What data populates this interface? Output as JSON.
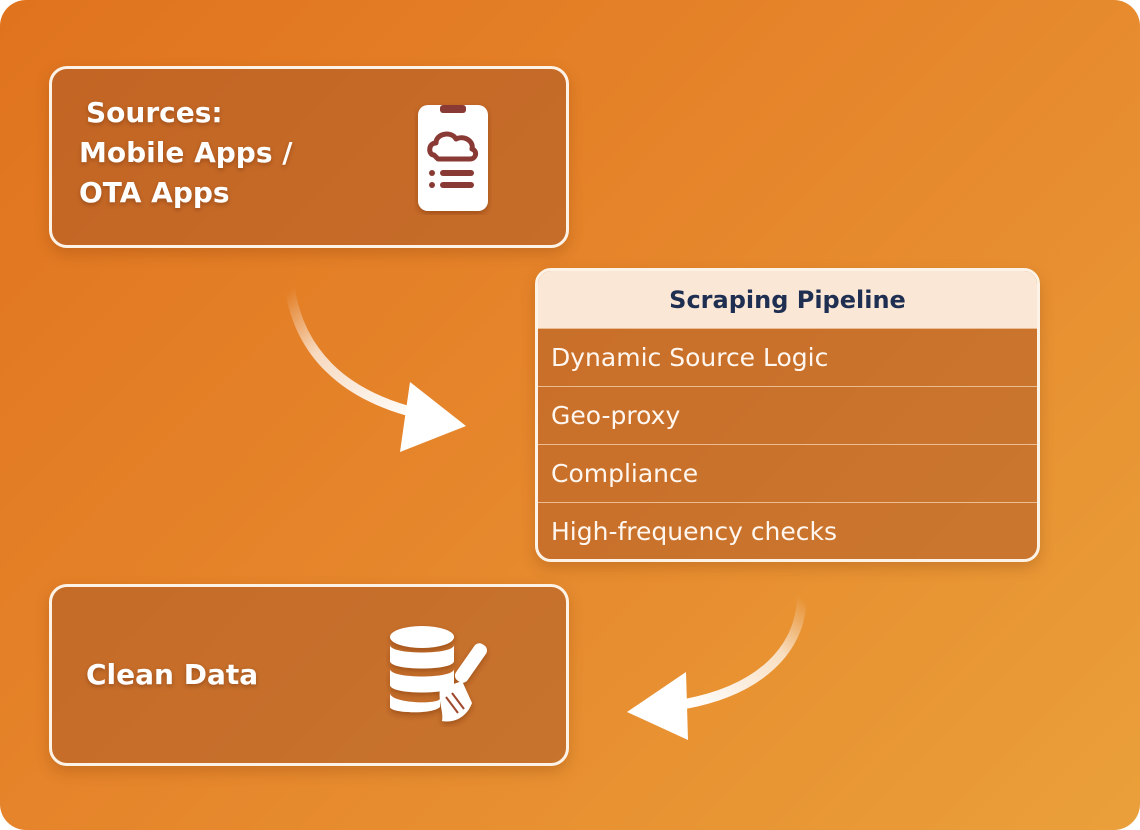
{
  "sources": {
    "line1": "Sources:",
    "line2": "Mobile Apps /",
    "line3": "OTA Apps",
    "icon": "mobile-app-icon"
  },
  "pipeline": {
    "title": "Scraping Pipeline",
    "items": [
      "Dynamic Source Logic",
      "Geo-proxy",
      "Compliance",
      "High-frequency checks"
    ]
  },
  "clean": {
    "label": "Clean Data",
    "icon": "database-broom-icon"
  },
  "colors": {
    "background_start": "#e0731e",
    "background_end": "#eaa03a",
    "card_border": "#fdf2e6",
    "header_bg": "#fbe7d6",
    "header_text": "#1e2f52",
    "icon_color": "#8a3a34"
  }
}
